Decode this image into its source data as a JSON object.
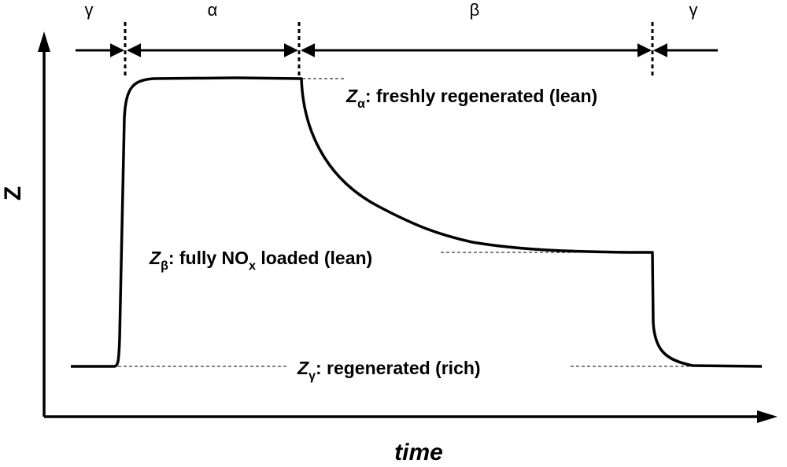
{
  "axes": {
    "x_label": "time",
    "y_label": "Z"
  },
  "phases": [
    {
      "symbol": "γ"
    },
    {
      "symbol": "α"
    },
    {
      "symbol": "β"
    },
    {
      "symbol": "γ"
    }
  ],
  "states": {
    "alpha": {
      "var": "Z",
      "sub": "α",
      "text": ": freshly regenerated (lean)"
    },
    "beta": {
      "var": "Z",
      "sub": "β",
      "text_before": ": fully NO",
      "text_sub": "x",
      "text_after": " loaded (lean)"
    },
    "gamma": {
      "var": "Z",
      "sub": "γ",
      "text": ": regenerated (rich)"
    }
  },
  "levels": {
    "Z_gamma": "low",
    "Z_beta": "mid",
    "Z_alpha": "high"
  },
  "colors": {
    "line": "#000000",
    "background": "#ffffff"
  }
}
